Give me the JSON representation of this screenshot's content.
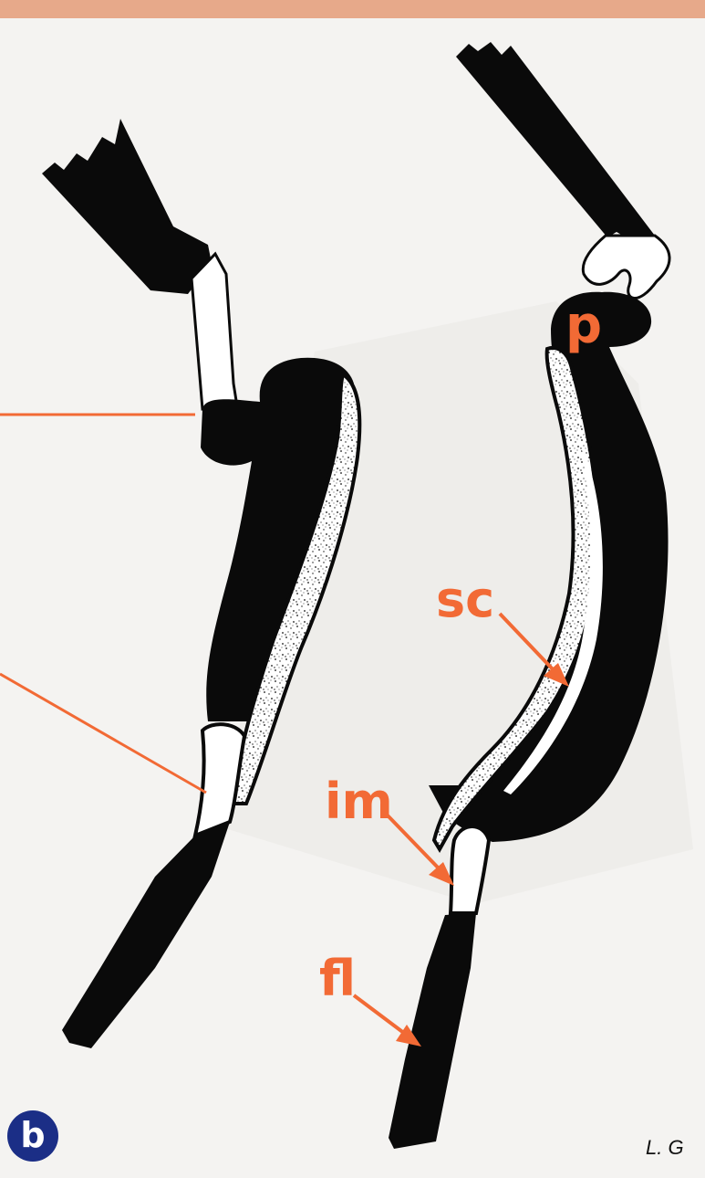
{
  "figure": {
    "panel_label": "b",
    "credit": "L. G",
    "labels": {
      "p": "p",
      "sc": "sc",
      "im": "im",
      "fl": "fl"
    }
  },
  "colors": {
    "background": "#f4f3f1",
    "top_band": "#e7a98a",
    "annotation": "#f26a35",
    "ink": "#0a0a0a",
    "badge": "#1b2e86",
    "membrane": "#ffffff"
  }
}
